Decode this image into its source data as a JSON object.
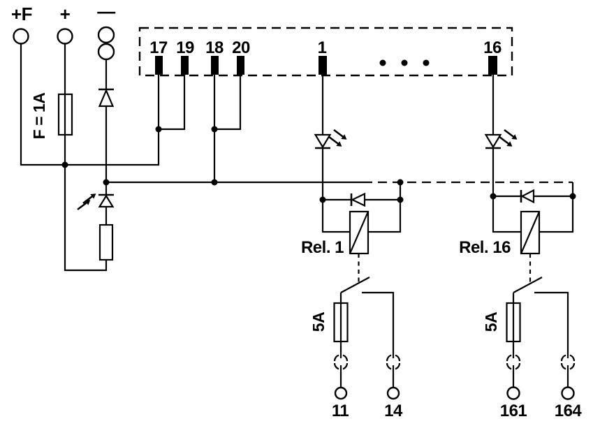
{
  "diagram": {
    "type": "wiring-schematic",
    "description": "16-channel relay module internal wiring diagram",
    "colors": {
      "background": "#ffffff",
      "line": "#000000"
    },
    "supply": {
      "plus_f_label": "+F",
      "plus_label": "+",
      "minus_label": "—",
      "main_fuse_label": "F = 1A"
    },
    "terminal_strip": {
      "labels": [
        "17",
        "19",
        "18",
        "20"
      ],
      "channel_first": "1",
      "channel_last": "16",
      "ellipsis_dots": 3
    },
    "relays": {
      "rel1": {
        "name": "Rel. 1",
        "fuse": "5A",
        "output_left": "11",
        "output_right": "14"
      },
      "rel16": {
        "name": "Rel. 16",
        "fuse": "5A",
        "output_left": "161",
        "output_right": "164"
      }
    }
  }
}
